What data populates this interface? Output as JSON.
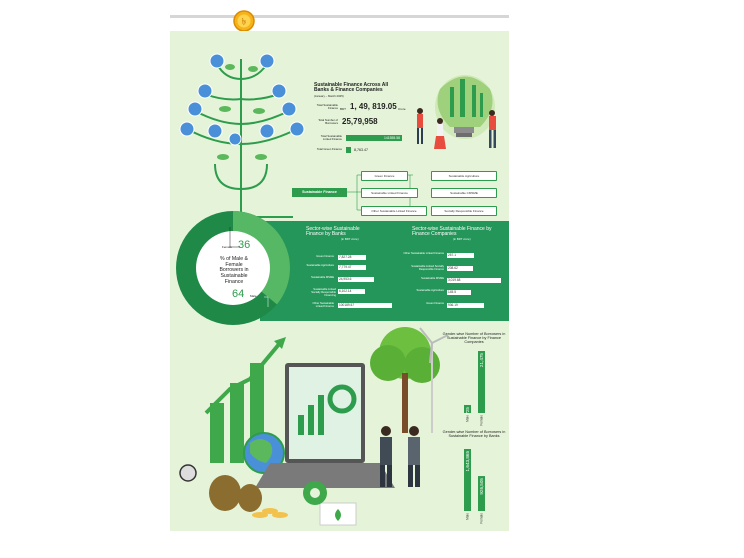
{
  "header": {
    "title": "Sustainable Finance Across All Banks & Finance Companies",
    "period": "(January – March 2025)"
  },
  "stats": [
    {
      "label": "Total Sustainable Finance",
      "prefix": "BDT",
      "value": "1, 49, 819.05",
      "unit": "Crore"
    },
    {
      "label": "Total Number of Borrowers",
      "value": "25,79,958"
    },
    {
      "label": "Total Sustainable Linked Finance",
      "value": "141555.58"
    },
    {
      "label": "Total Green Finance",
      "value": "8,763.47"
    }
  ],
  "tree": {
    "root": "Sustainable Finance",
    "nodes": [
      "Green Finance",
      "Sustainable Agriculture",
      "Sustainable Linked Finance",
      "Sustainable CMSME",
      "Other Sustainable Linked Finance",
      "Socially Responsible Finance"
    ]
  },
  "donut": {
    "title": "% of Male & Female Borrowers in Sustainable Finance",
    "female_label": "Female",
    "female_value": "36",
    "male_label": "Male",
    "male_value": "64",
    "female_fraction": 0.36
  },
  "banks_panel": {
    "title": "Sector-wise Sustainable Finance by Banks",
    "unit": "(in BDT crore)",
    "rows": [
      {
        "label": "Green Finance",
        "value": "7,827.28"
      },
      {
        "label": "Sustainable Agriculture",
        "value": "7,779.47"
      },
      {
        "label": "Sustainable MSME",
        "value": "24,953.6"
      },
      {
        "label": "Sustainable Linked Socially Responsible Financing",
        "value": "6,102.14"
      },
      {
        "label": "Other Sustainable Linked Finance",
        "value": "100189.57"
      }
    ]
  },
  "fc_panel": {
    "title": "Sector-wise Sustainable Finance by Finance Companies",
    "unit": "(in BDT crore)",
    "rows": [
      {
        "label": "Other Sustainable Linked Finance",
        "value": "257.1"
      },
      {
        "label": "Sustainable Linked Socially Responsible Finance",
        "value": "208.62"
      },
      {
        "label": "Sustainable MSME",
        "value": "3,019.68"
      },
      {
        "label": "Sustainable Agriculture",
        "value": "145.5"
      },
      {
        "label": "Green Finance",
        "value": "936.19"
      }
    ]
  },
  "chart_data": [
    {
      "type": "bar",
      "title": "Gender-wise Number of Borrowers in Sustainable Finance by Finance Companies",
      "categories": [
        "Male",
        "Female"
      ],
      "values": [
        2725,
        21475
      ]
    },
    {
      "type": "bar",
      "title": "Gender-wise Number of Borrowers in Sustainable Finance by Banks",
      "categories": [
        "Male",
        "Female"
      ],
      "values": [
        1643865,
        926505
      ]
    }
  ],
  "colors": {
    "primary": "#2e9c4d",
    "light": "#e5f4d9",
    "dark": "#1f7a3a"
  }
}
